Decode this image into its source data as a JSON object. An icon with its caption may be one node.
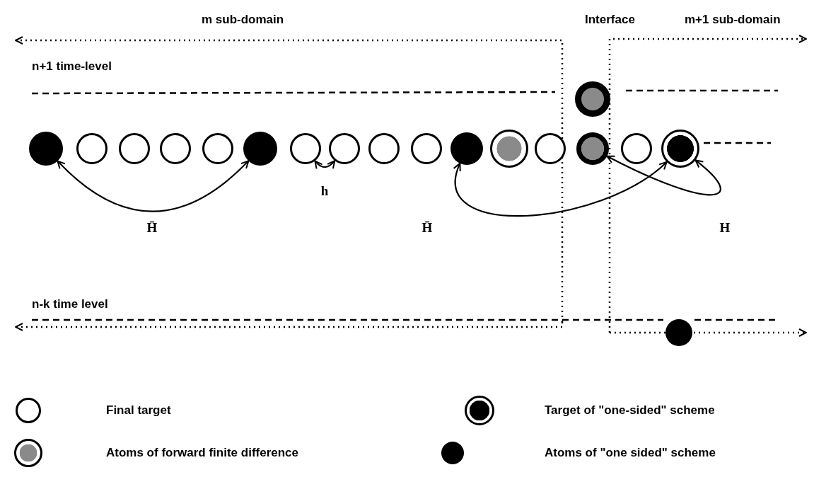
{
  "diagram": {
    "nodes": [
      {
        "text": [],
        "shape": "circle"
      },
      {
        "text": [],
        "shape": "circle"
      },
      {
        "text": [],
        "shape": "circle"
      },
      {
        "text": [],
        "shape": "circle"
      },
      {
        "text": [],
        "shape": "circle"
      },
      {
        "text": [],
        "shape": "circle"
      },
      {
        "text": [],
        "shape": "circle"
      },
      {
        "text": [],
        "shape": "circle"
      },
      {
        "text": [],
        "shape": "circle"
      },
      {
        "text": [],
        "shape": "circle"
      },
      {
        "text": [],
        "shape": "circle"
      },
      {
        "text": [],
        "shape": "circle"
      },
      {
        "text": [],
        "shape": "circle"
      },
      {
        "text": [],
        "shape": "circle"
      },
      {
        "text": [],
        "shape": "circle"
      },
      {
        "text": [],
        "shape": "circle"
      },
      {
        "text": [],
        "shape": "circle"
      },
      {
        "text": [],
        "shape": "circle"
      }
    ],
    "edges": [
      {
        "from": 0,
        "to": 5,
        "arrow": "both",
        "label": "H̄"
      },
      {
        "from": 6,
        "to": 7,
        "arrow": "both",
        "label": "h"
      },
      {
        "from": 10,
        "to": 15,
        "arrow": "both",
        "label": "H̄"
      },
      {
        "from": 13,
        "to": 15,
        "arrow": "both",
        "label": "H"
      }
    ],
    "labels": [
      "m sub-domain",
      "Interface",
      "m+1 sub-domain",
      "n+1 time-level",
      "n-k time level"
    ],
    "legend": [
      {
        "text": "Final target"
      },
      {
        "text": "Target of \"one-sided\" scheme"
      },
      {
        "text": "Atoms of forward finite difference"
      },
      {
        "text": "Atoms of \"one sided\" scheme"
      }
    ]
  }
}
